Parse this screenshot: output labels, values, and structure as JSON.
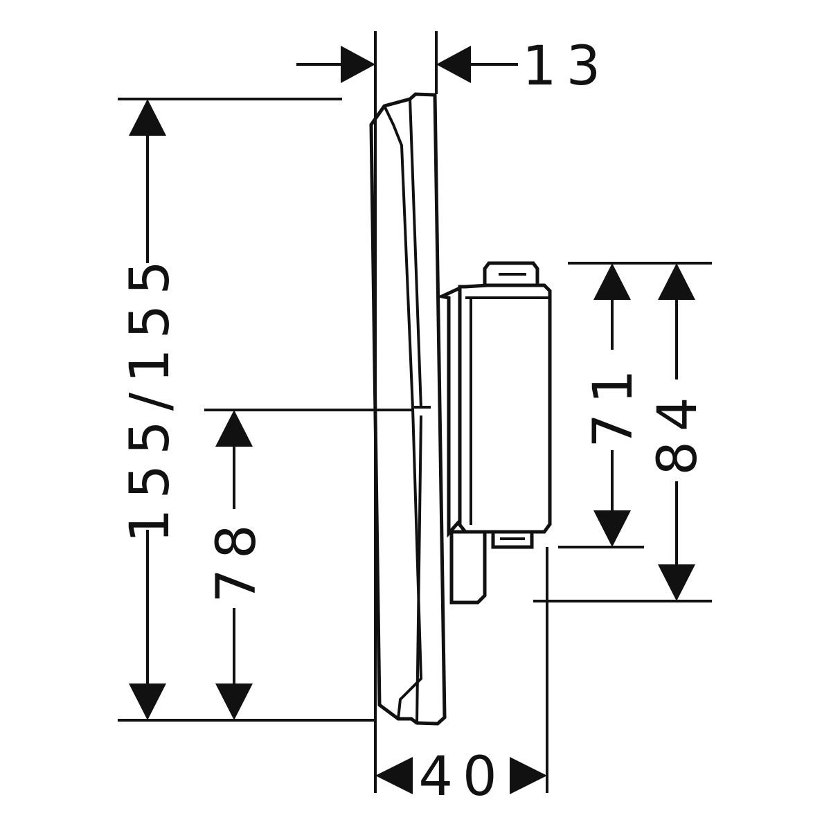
{
  "drawing": {
    "dimensions": {
      "total_height": "155/155",
      "center_height": "78",
      "body_height_inner": "71",
      "body_height_outer": "84",
      "plate_depth": "13",
      "overall_depth": "40"
    },
    "colors": {
      "line": "#111111",
      "background": "#ffffff"
    }
  }
}
